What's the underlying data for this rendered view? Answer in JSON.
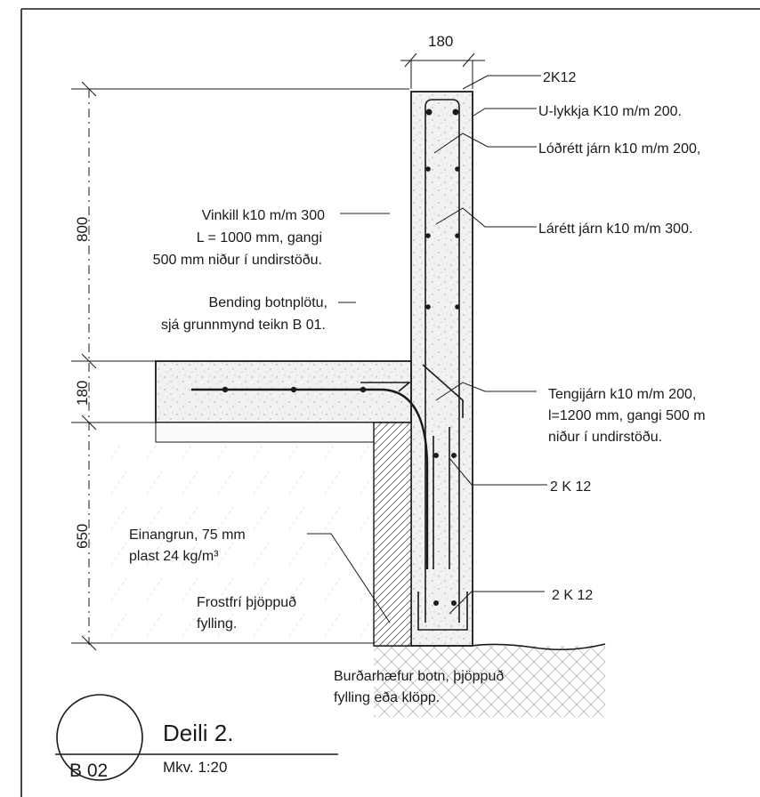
{
  "dimensions": {
    "wall_width": "180",
    "wall_height_above": "800",
    "slab_thickness": "180",
    "wall_height_below": "650"
  },
  "callouts_right": {
    "top_bars": "2K12",
    "u_bar": "U-lykkja K10 m/m 200.",
    "vertical_bars": "Lóðrétt járn k10 m/m 200,",
    "horizontal_bars": "Lárétt járn k10 m/m 300.",
    "dowel_line1": "Tengijárn k10 m/m 200,",
    "dowel_line2": "l=1200 mm, gangi 500 m",
    "dowel_line3": "niður í undirstöðu.",
    "footing_bars_upper": "2 K 12",
    "footing_bars_lower": "2 K 12"
  },
  "callouts_left": {
    "angle_line1": "Vinkill k10 m/m 300",
    "angle_line2": "L = 1000 mm, gangi",
    "angle_line3": "500 mm niður í undirstöðu.",
    "slab_rebar_line1": "Bending botnplötu,",
    "slab_rebar_line2": "sjá grunnmynd teikn B 01.",
    "insulation_line1": "Einangrun, 75 mm",
    "insulation_line2": "plast 24 kg/m³",
    "fill_line1": "Frostfrí þjöppuð",
    "fill_line2": "fylling."
  },
  "ground_note": {
    "line1": "Burðarhæfur botn, þjöppuð",
    "line2": "fylling eða klöpp."
  },
  "title_block": {
    "title": "Deili 2.",
    "scale": "Mkv. 1:20",
    "sheet": "B 02"
  }
}
